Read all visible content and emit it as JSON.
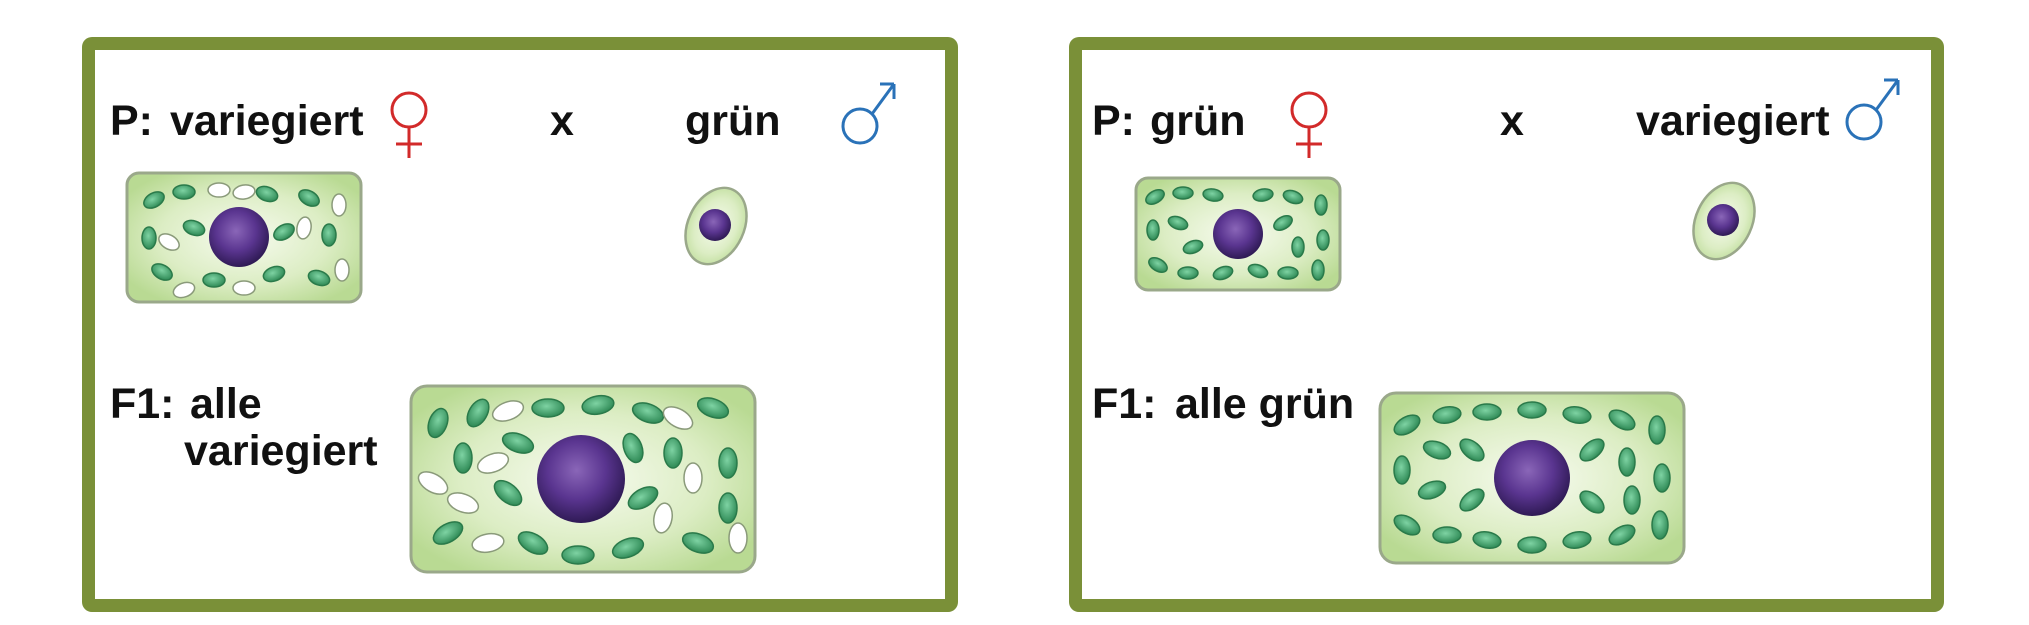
{
  "left": {
    "parent_label": "P:",
    "female_phenotype": "variegiert",
    "cross": "x",
    "male_phenotype": "grün",
    "f1_label": "F1:",
    "f1_line1": "alle",
    "f1_line2": "variegiert"
  },
  "right": {
    "parent_label": "P:",
    "female_phenotype": "grün",
    "cross": "x",
    "male_phenotype": "variegiert",
    "f1_label": "F1:",
    "f1_text": "alle grün"
  },
  "colors": {
    "frame": "#7a9038",
    "female_symbol": "#d22a2a",
    "male_symbol": "#2a72b8",
    "cytoplasm": "#cfe7b0",
    "chloroplast_green": "#3f9e6a",
    "plastid_white": "#ffffff",
    "nucleus": "#4a2b78"
  },
  "icons": [
    "female-symbol-icon",
    "male-symbol-icon"
  ]
}
